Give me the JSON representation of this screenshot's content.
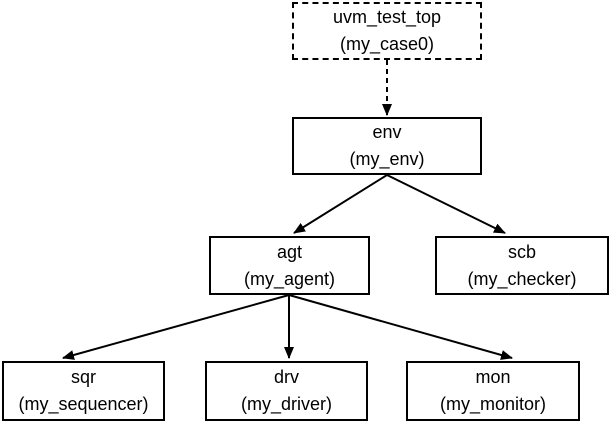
{
  "diagram": {
    "nodes": {
      "uvm_test_top": {
        "name": "uvm_test_top",
        "type": "(my_case0)",
        "style": "dashed"
      },
      "env": {
        "name": "env",
        "type": "(my_env)",
        "style": "solid"
      },
      "agt": {
        "name": "agt",
        "type": "(my_agent)",
        "style": "solid"
      },
      "scb": {
        "name": "scb",
        "type": "(my_checker)",
        "style": "solid"
      },
      "sqr": {
        "name": "sqr",
        "type": "(my_sequencer)",
        "style": "solid"
      },
      "drv": {
        "name": "drv",
        "type": "(my_driver)",
        "style": "solid"
      },
      "mon": {
        "name": "mon",
        "type": "(my_monitor)",
        "style": "solid"
      }
    },
    "edges": [
      {
        "from": "uvm_test_top",
        "to": "env",
        "style": "dashed"
      },
      {
        "from": "env",
        "to": "agt",
        "style": "solid"
      },
      {
        "from": "env",
        "to": "scb",
        "style": "solid"
      },
      {
        "from": "agt",
        "to": "sqr",
        "style": "solid"
      },
      {
        "from": "agt",
        "to": "drv",
        "style": "solid"
      },
      {
        "from": "agt",
        "to": "mon",
        "style": "solid"
      }
    ],
    "colors": {
      "stroke": "#000000",
      "fill": "#ffffff",
      "text": "#000000"
    }
  }
}
